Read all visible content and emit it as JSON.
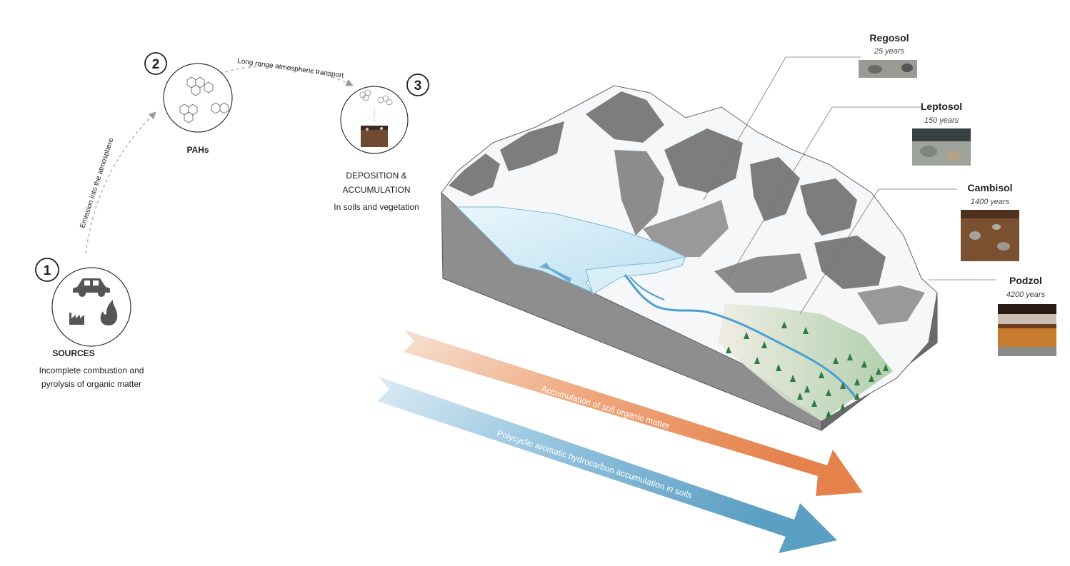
{
  "cycle": {
    "steps": [
      {
        "number": "1",
        "title": "SOURCES",
        "lines": [
          "Incomplete combustion and",
          "pyrolysis of organic matter"
        ],
        "icons": [
          "car-icon",
          "factory-icon",
          "fire-icon"
        ]
      },
      {
        "number": "2",
        "title": "PAHs",
        "lines": [],
        "icons": [
          "molecule-icon"
        ]
      },
      {
        "number": "3",
        "title_lines": [
          "DEPOSITION &",
          "ACCUMULATION"
        ],
        "lines": [
          "In soils and vegetation"
        ],
        "icons": [
          "molecule-icon",
          "soil-block-icon"
        ]
      }
    ],
    "arrows": {
      "emission": "Emission into the atmosphere",
      "transport": "Long range atmospheric transport"
    }
  },
  "soils": [
    {
      "name": "Regosol",
      "age": "25 years"
    },
    {
      "name": "Leptosol",
      "age": "150 years"
    },
    {
      "name": "Cambisol",
      "age": "1400 years"
    },
    {
      "name": "Podzol",
      "age": "4200 years"
    }
  ],
  "trend_arrows": [
    {
      "label": "Accumulation of soil organic matter",
      "color": "#e5824b"
    },
    {
      "label": "Polycyclic aromatic hydrocarbon accumulation in soils",
      "color": "#5b9fc2"
    }
  ],
  "colors": {
    "glacier": "#cfe9f5",
    "river": "#4a9fd0",
    "rock": "#7a7a7a",
    "forest": "#2f7a45"
  }
}
